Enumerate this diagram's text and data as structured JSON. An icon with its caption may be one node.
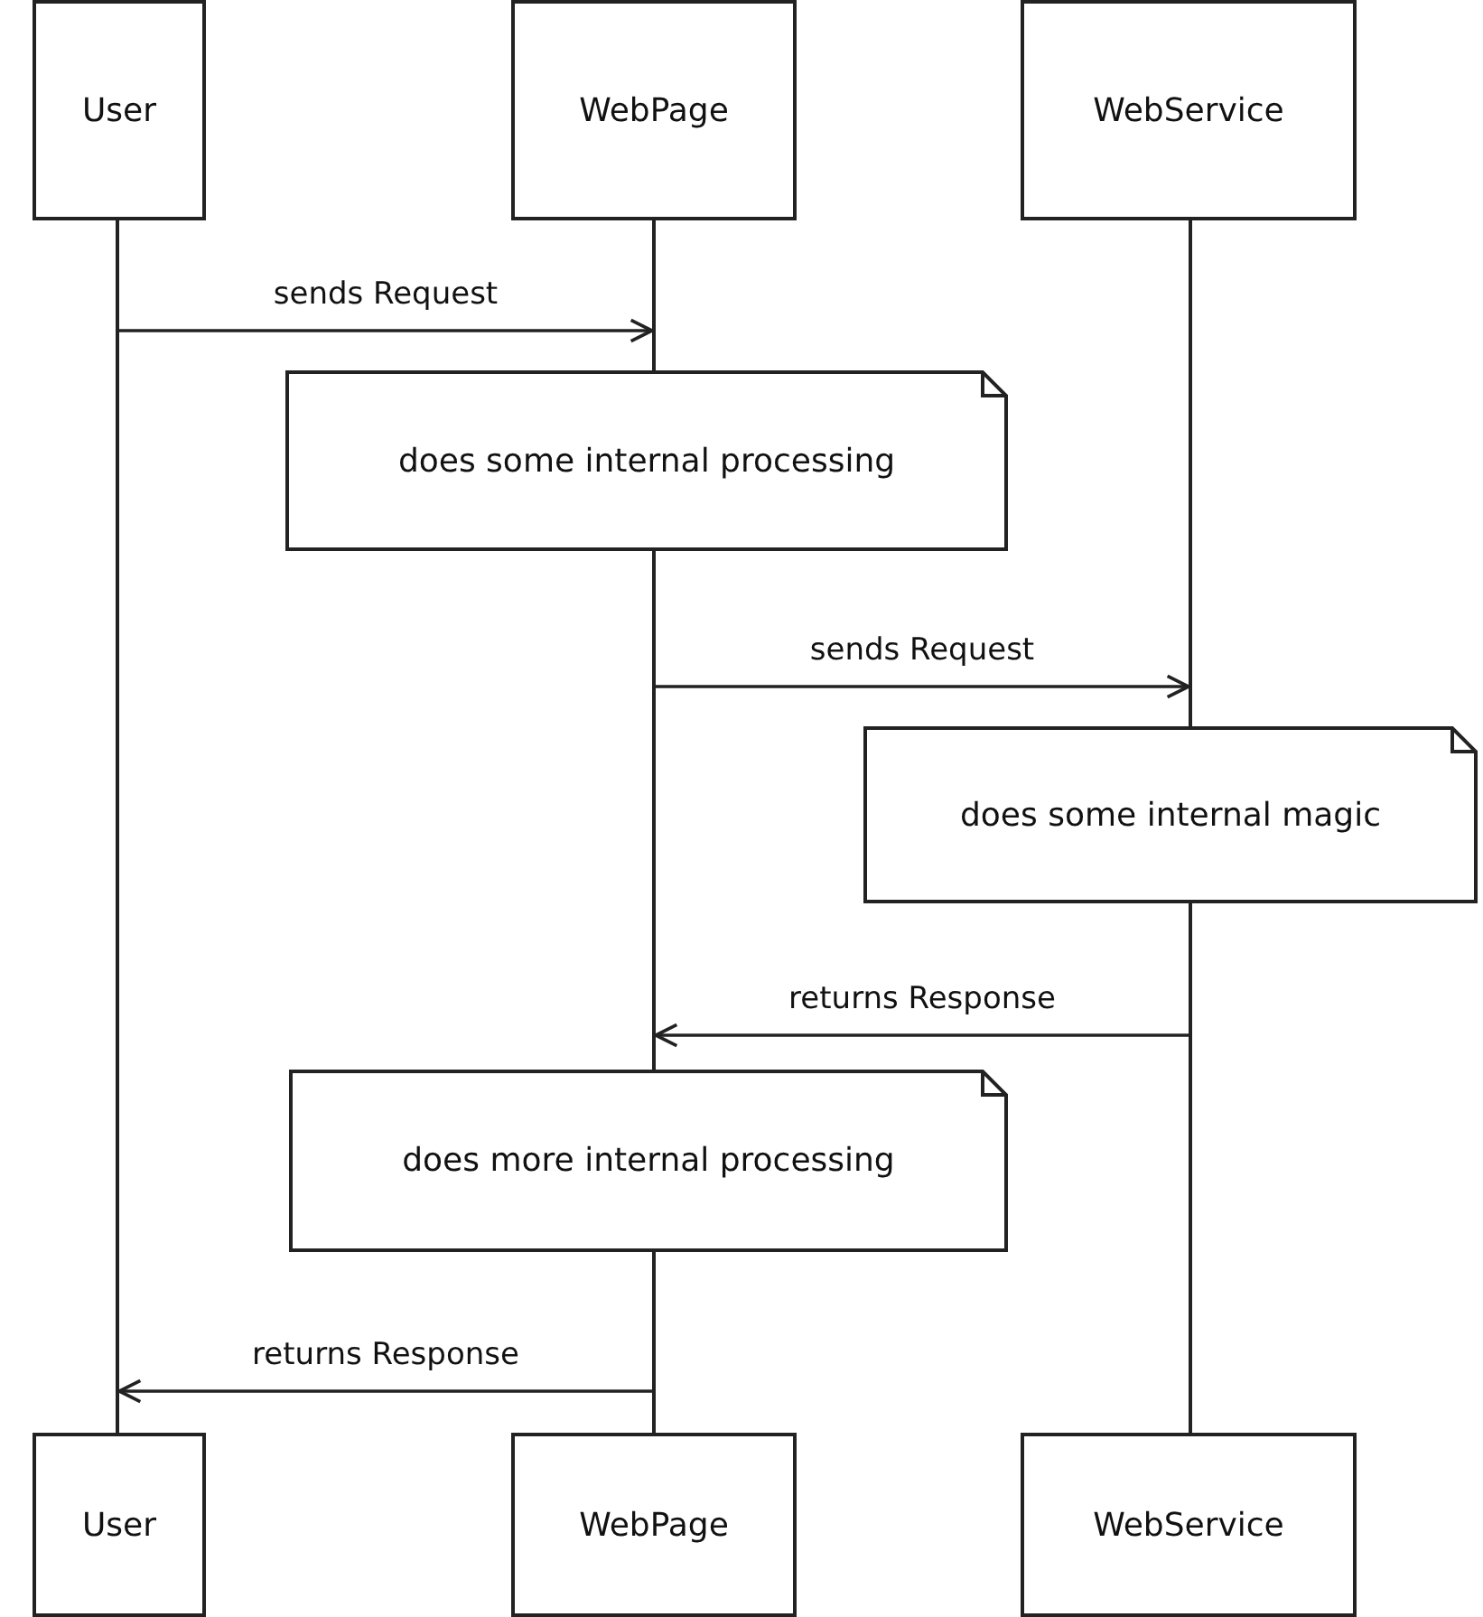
{
  "diagram": {
    "nodes": [
      {
        "text": [
          "User"
        ]
      },
      {
        "text": [
          "WebPage"
        ]
      },
      {
        "text": [
          "WebService"
        ]
      },
      {
        "text": [],
        "shape": "line"
      },
      {
        "text": [],
        "shape": "line"
      },
      {
        "text": [],
        "shape": "line"
      },
      {
        "text": [
          "does some internal processing"
        ]
      },
      {
        "text": [
          "does some internal magic"
        ]
      },
      {
        "text": [
          "does more internal processing"
        ]
      },
      {
        "text": [
          "User"
        ]
      },
      {
        "text": [
          "WebPage"
        ]
      },
      {
        "text": [
          "WebService"
        ]
      }
    ],
    "edges": [
      {
        "from": 3,
        "to": 4,
        "label": "sends Request",
        "arrow": "to"
      },
      {
        "from": 4,
        "to": 5,
        "label": "sends Request",
        "arrow": "to"
      },
      {
        "from": 5,
        "to": 4,
        "label": "returns Response",
        "arrow": "to"
      },
      {
        "from": 4,
        "to": 3,
        "label": "returns Response",
        "arrow": "to"
      }
    ]
  }
}
